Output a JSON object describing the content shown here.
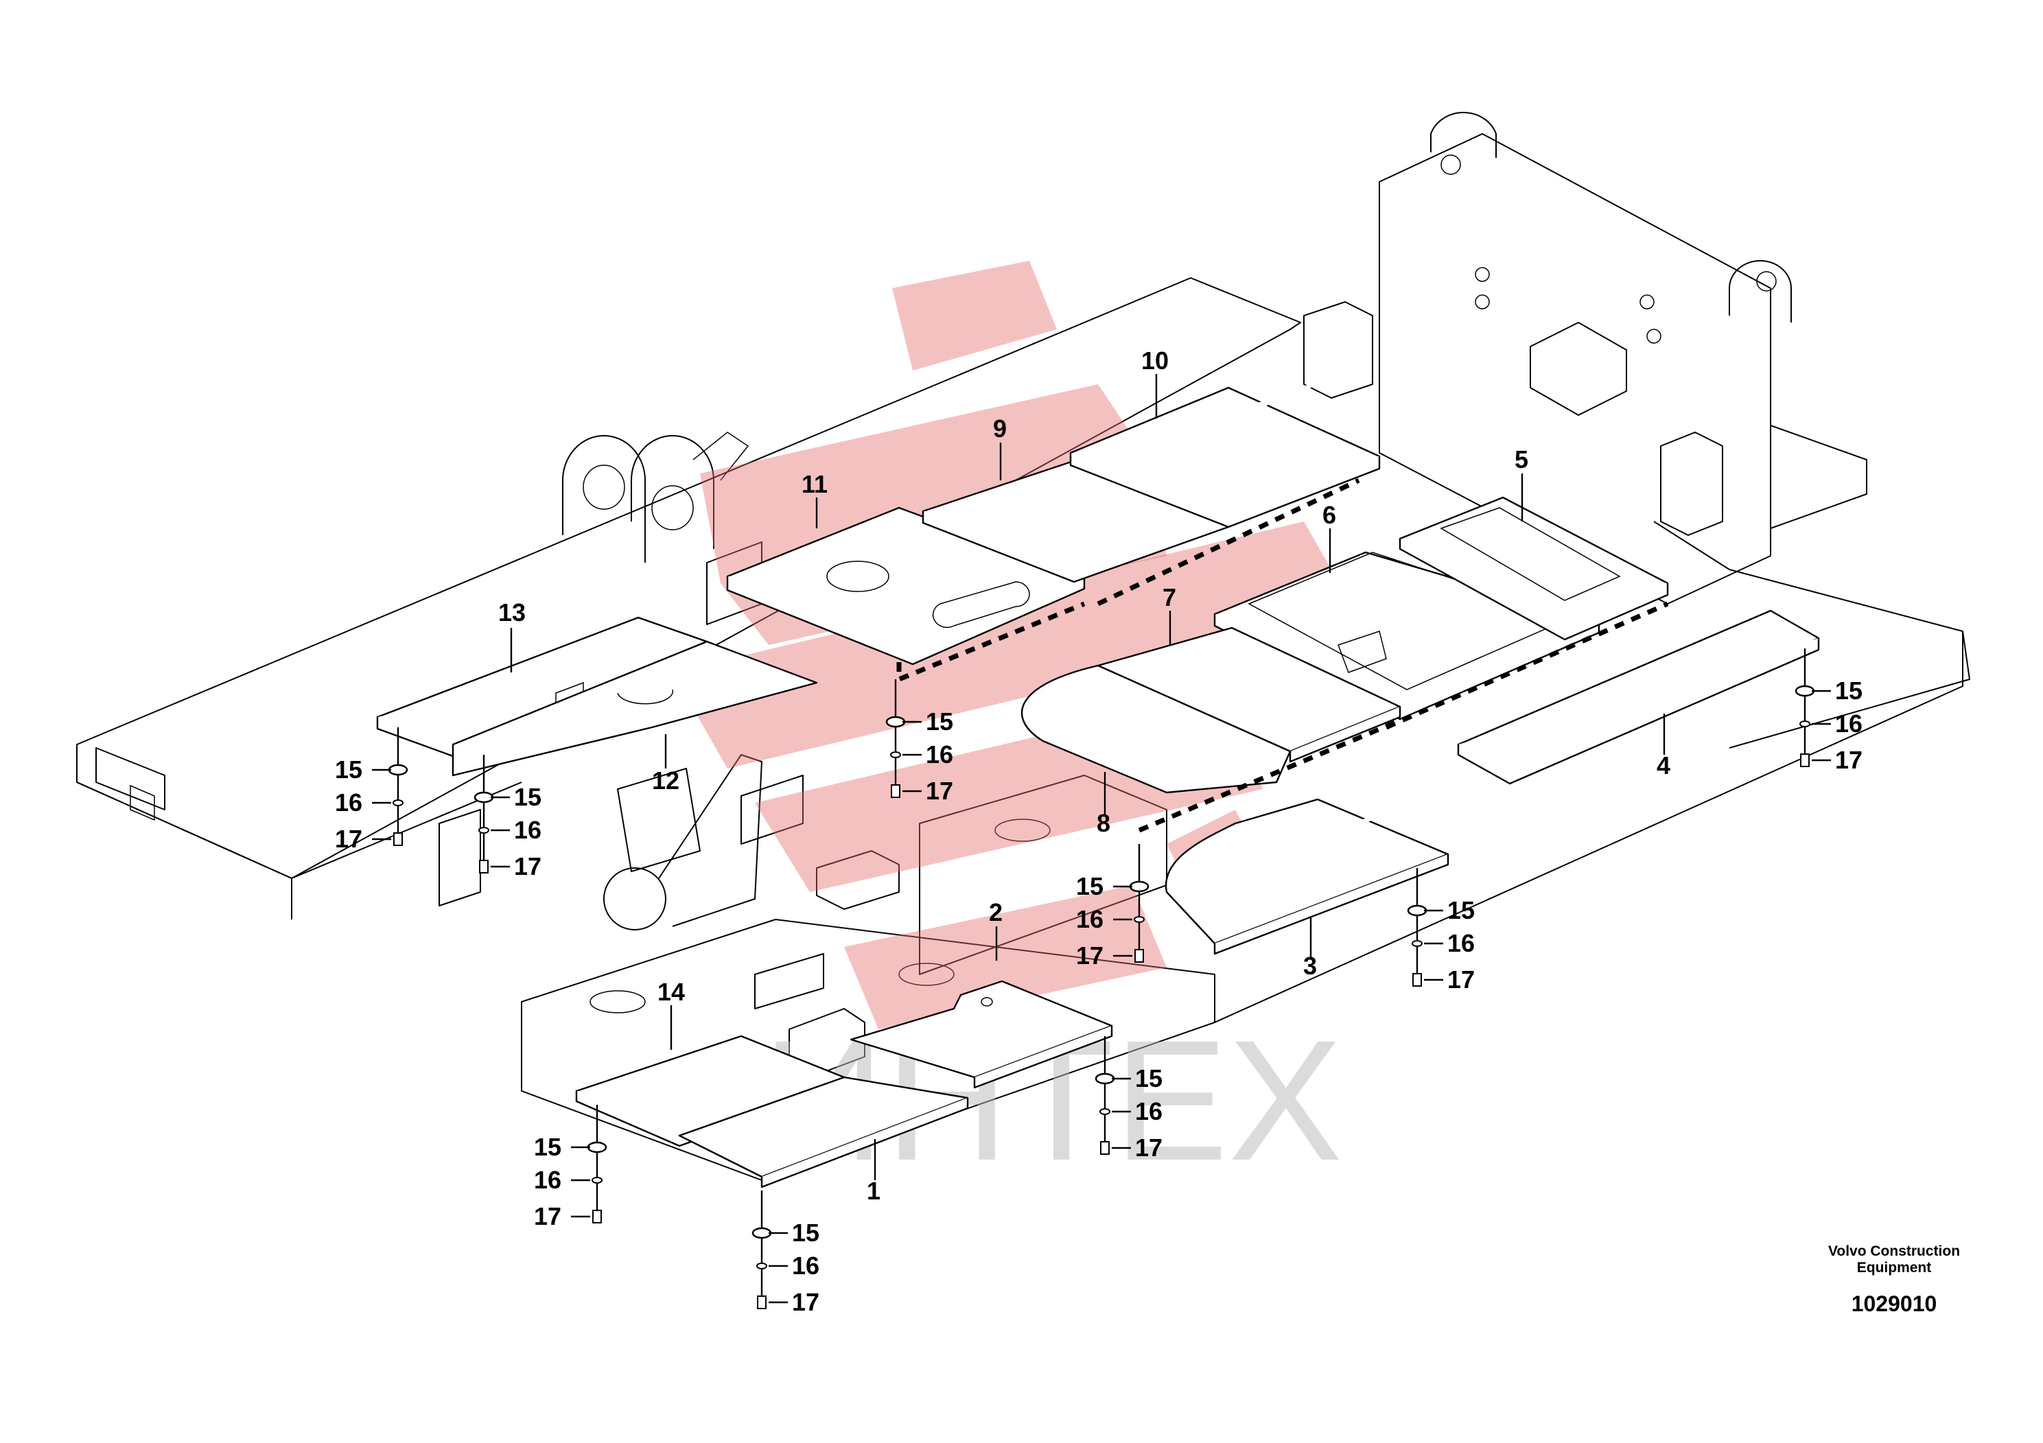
{
  "diagram": {
    "callouts": {
      "p1": "1",
      "p2": "2",
      "p3": "3",
      "p4": "4",
      "p5": "5",
      "p6": "6",
      "p7": "7",
      "p8": "8",
      "p9": "9",
      "p10": "10",
      "p11": "11",
      "p12": "12",
      "p13": "13",
      "p14": "14",
      "p15": "15",
      "p16": "16",
      "p17": "17"
    },
    "fastener_sets": 9,
    "watermark_text": "ИНТЕХ",
    "brand_line1": "Volvo Construction",
    "brand_line2": "Equipment",
    "drawing_number": "1029010"
  },
  "colors": {
    "line": "#000000",
    "watermark_red": "#e46b6b",
    "watermark_gray": "#b9b9b9"
  }
}
